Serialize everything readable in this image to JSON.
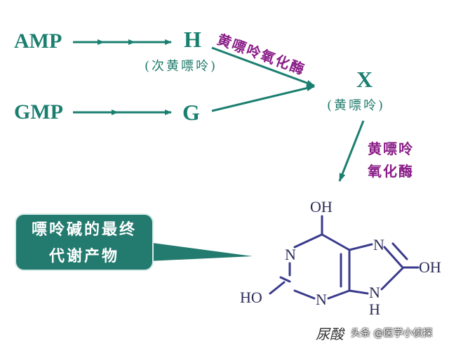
{
  "nodes": {
    "amp": "AMP",
    "h": "H",
    "h_note": "(次黄嘌呤)",
    "gmp": "GMP",
    "g": "G",
    "x": "X",
    "x_note": "(黄嘌呤)"
  },
  "enzymes": {
    "top": "黄嘌呤氧化酶",
    "side_line1": "黄嘌呤",
    "side_line2": "氧化酶"
  },
  "callout": {
    "line1": "嘌呤碱的最终",
    "line2": "代谢产物"
  },
  "molecule": {
    "oh_top": "OH",
    "oh_right": "OH",
    "ho_left": "HO",
    "n1": "N",
    "n3": "N",
    "n7": "N",
    "n9": "N",
    "h9": "H"
  },
  "caption": "尿酸",
  "watermark": "头条 @医学小侦探",
  "colors": {
    "arrow": "#1b7f70",
    "enzyme": "#8a1d87",
    "callout_bg": "#237a6e",
    "bond": "#3a3a8c"
  }
}
